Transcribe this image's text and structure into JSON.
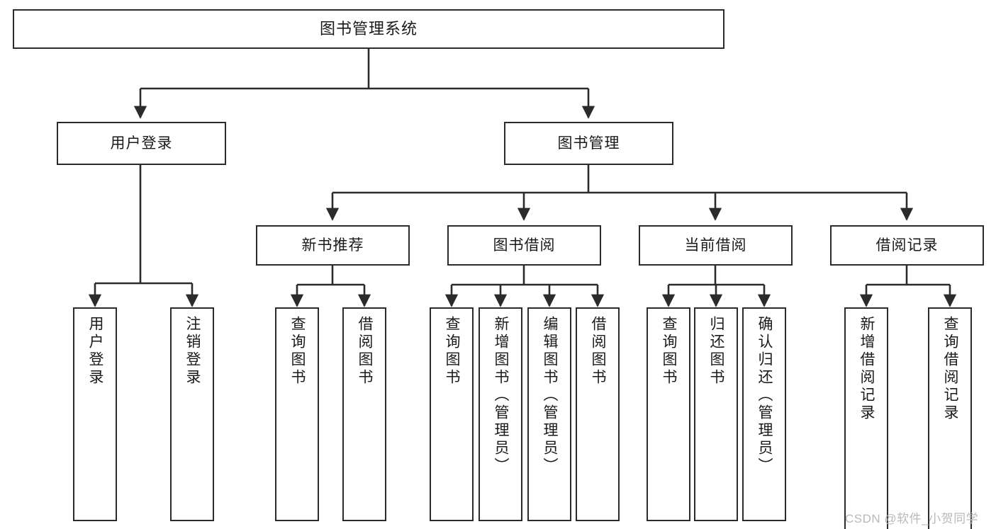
{
  "diagram": {
    "title": "图书管理系统",
    "type": "tree-hierarchy-chart",
    "watermark": "CSDN @软件_小贺同学",
    "colors": {
      "stroke": "#2b2b2b",
      "fill": "#ffffff",
      "text": "#1a1a1a",
      "watermark": "#b9b9b9"
    },
    "levels": {
      "root": {
        "label": "图书管理系统"
      },
      "level2": [
        {
          "label": "用户登录"
        },
        {
          "label": "图书管理"
        }
      ],
      "level3": [
        {
          "label": "新书推荐"
        },
        {
          "label": "图书借阅"
        },
        {
          "label": "当前借阅"
        },
        {
          "label": "借阅记录"
        }
      ],
      "leaves": {
        "user_login": [
          {
            "label": "用户登录"
          },
          {
            "label": "注销登录"
          }
        ],
        "new_book_recommend": [
          {
            "label": "查询图书"
          },
          {
            "label": "借阅图书"
          }
        ],
        "book_borrow": [
          {
            "label": "查询图书"
          },
          {
            "label": "新增图书（管理员）"
          },
          {
            "label": "编辑图书（管理员）"
          },
          {
            "label": "借阅图书"
          }
        ],
        "current_borrow": [
          {
            "label": "查询图书"
          },
          {
            "label": "归还图书"
          },
          {
            "label": "确认归还（管理员）"
          }
        ],
        "borrow_record": [
          {
            "label": "新增借阅记录"
          },
          {
            "label": "查询借阅记录"
          }
        ]
      }
    }
  }
}
